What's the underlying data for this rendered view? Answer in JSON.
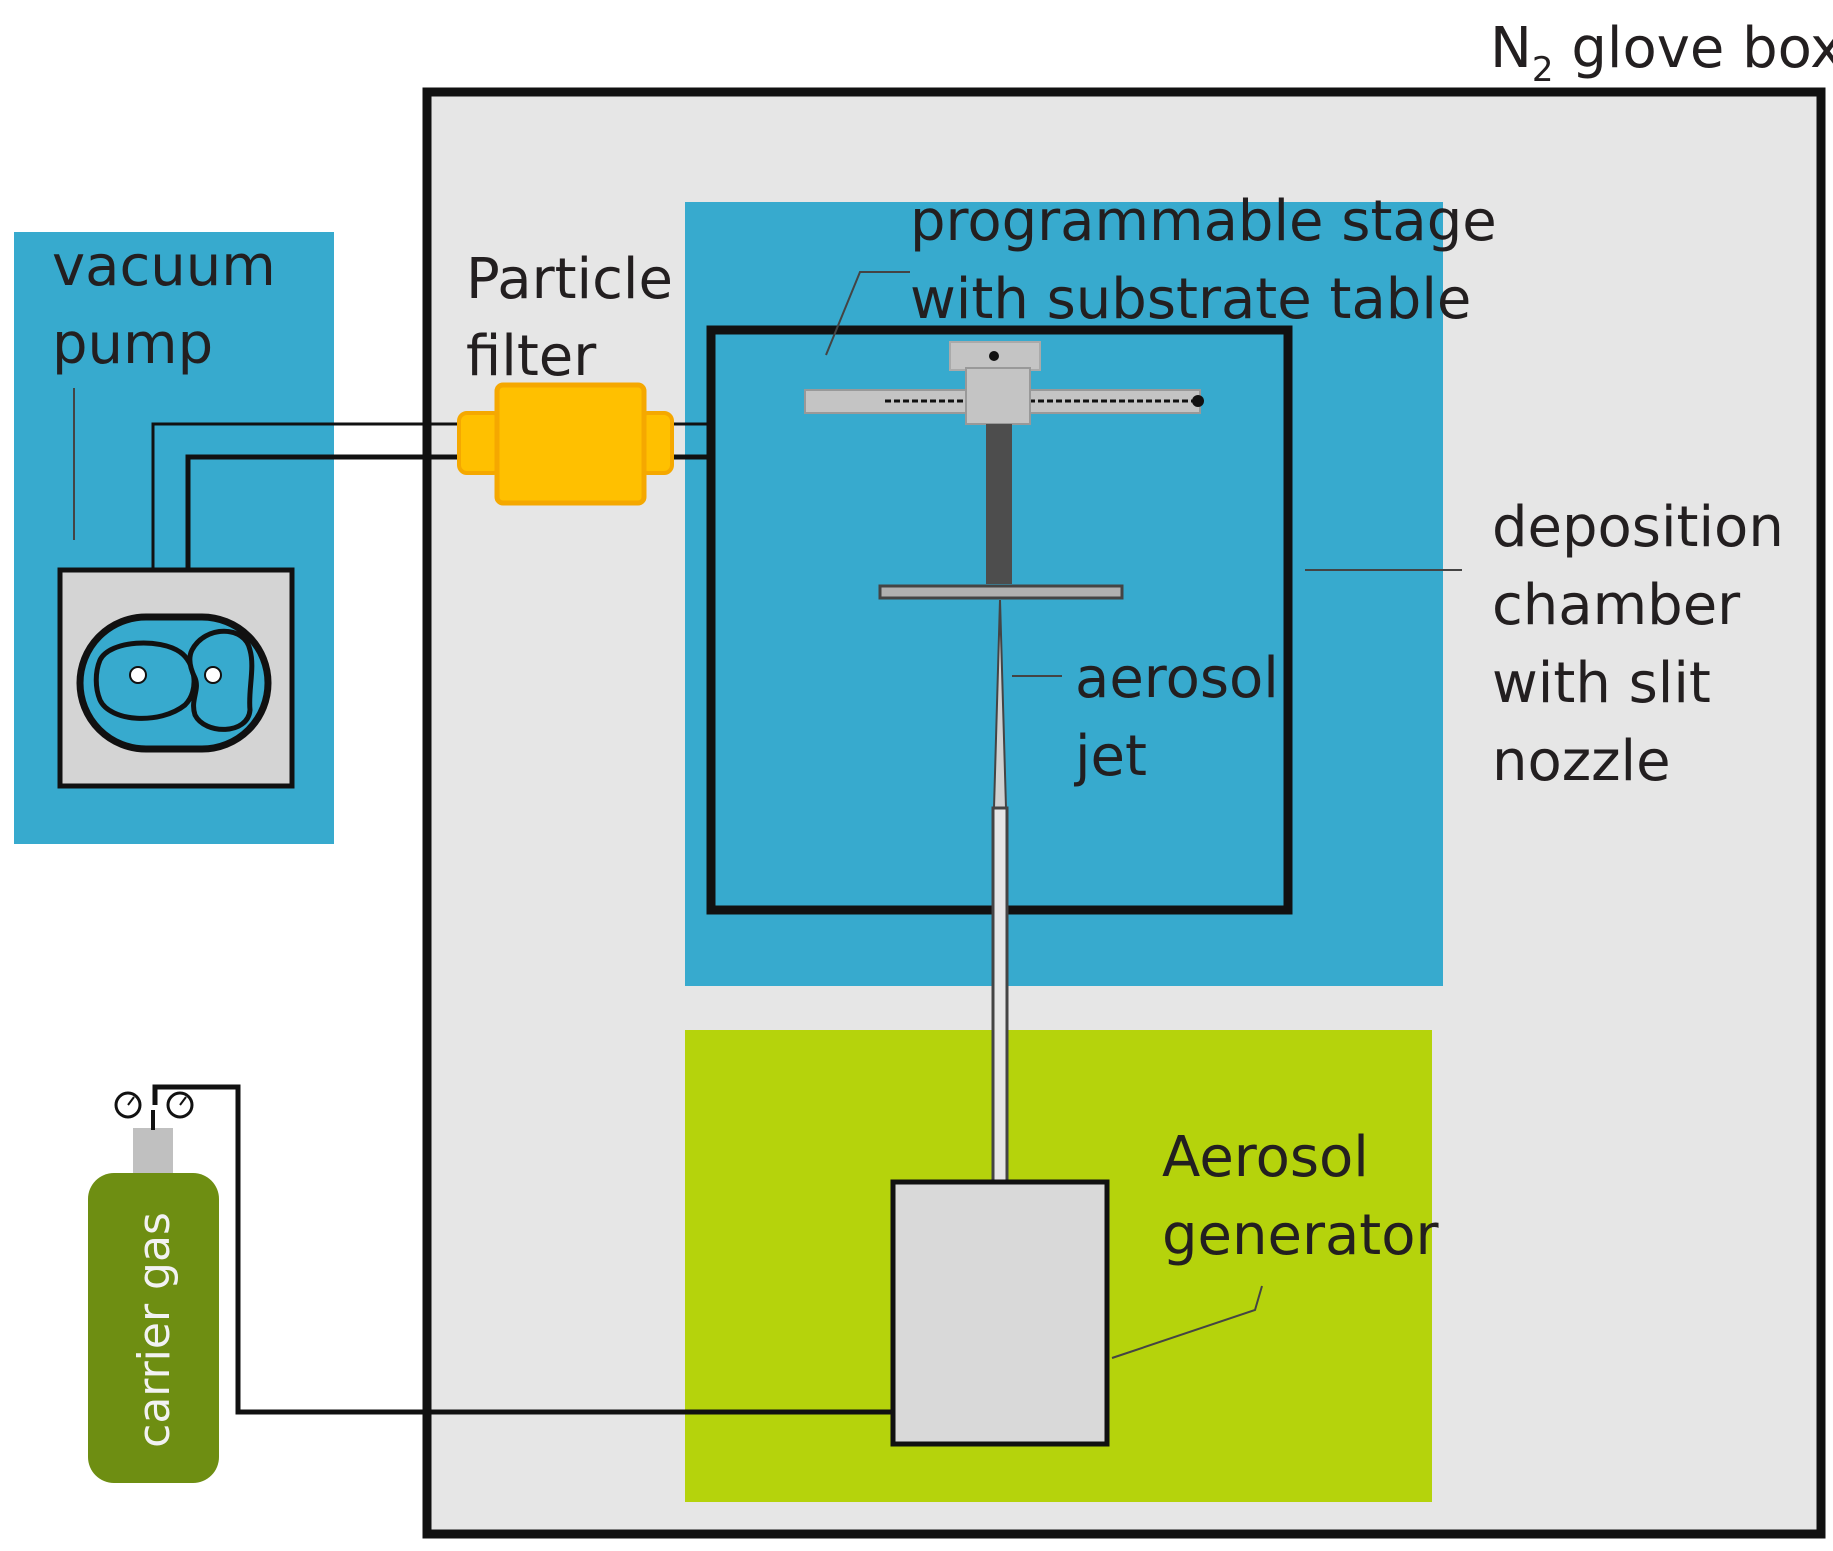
{
  "labels": {
    "glove_box_prefix": "N",
    "glove_box_subscript": "2",
    "glove_box_suffix": " glove box",
    "vacuum_pump_line1": "vacuum",
    "vacuum_pump_line2": "pump",
    "particle_filter_line1": "Particle",
    "particle_filter_line2": "filter",
    "stage_line1": "programmable stage",
    "stage_line2": "with substrate table",
    "deposition_line1": "deposition",
    "deposition_line2": "chamber",
    "deposition_line3": "with slit",
    "deposition_line4": "nozzle",
    "aerosol_jet_line1": "aerosol",
    "aerosol_jet_line2": "jet",
    "aerosol_generator_line1": "Aerosol",
    "aerosol_generator_line2": "generator",
    "carrier_gas": "carrier gas"
  },
  "colors": {
    "glove_box_fill": "#e6e6e6",
    "chamber_blue": "#37aace",
    "generator_green": "#b5d30c",
    "filter_orange": "#ffc000",
    "filter_orange_dark": "#f5a800",
    "cylinder_green": "#6e8e12",
    "grey_part": "#bfbfbf",
    "dark_line": "#1a1a1a"
  }
}
